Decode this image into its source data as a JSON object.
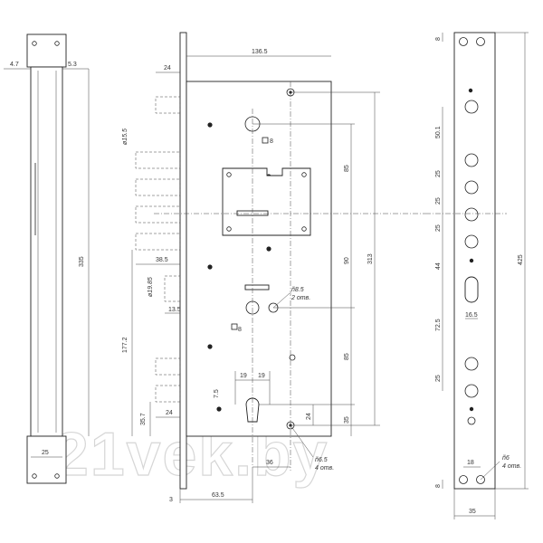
{
  "watermark": "21vek.by",
  "dimensions": {
    "left_view": {
      "top_left": "4.7",
      "top_right": "5.3",
      "height": "335",
      "bottom_width": "25"
    },
    "main_view": {
      "width": "136.5",
      "bolt_offset": "24",
      "bolt_dia": "ø15.5",
      "bolt_length": "38.5",
      "latch_dia": "ø19.85",
      "latch_width": "13.5",
      "lower_height": "177.2",
      "square_top": "8",
      "vertical_85_top": "85",
      "vertical_90": "90",
      "vertical_85_bottom": "85",
      "overall": "313",
      "hole_dia": "ñ8.5",
      "hole_count": "2 отв.",
      "square_bottom": "8",
      "spacing_left": "19",
      "spacing_right": "19",
      "cyl_offset": "7.5",
      "bolt_bottom": "24",
      "lower_gap": "35.7",
      "cyl_vertical": "24",
      "cyl_bottom": "35",
      "mount_hole": "ñ6.5",
      "mount_count": "4 отв.",
      "backset": "36",
      "faceplate_thk": "3",
      "backset_total": "63.5"
    },
    "right_view": {
      "top": "8",
      "spacing_501": "50.1",
      "spacing_a": "25",
      "spacing_b": "25",
      "spacing_c": "25",
      "spacing_44": "44",
      "spacing_725": "72.5",
      "spacing_d": "25",
      "bottom": "8",
      "overall": "425",
      "slot": "16.5",
      "hole_spacing": "18",
      "hole_dia": "ñ6",
      "hole_count": "4 отв.",
      "width": "35"
    }
  }
}
